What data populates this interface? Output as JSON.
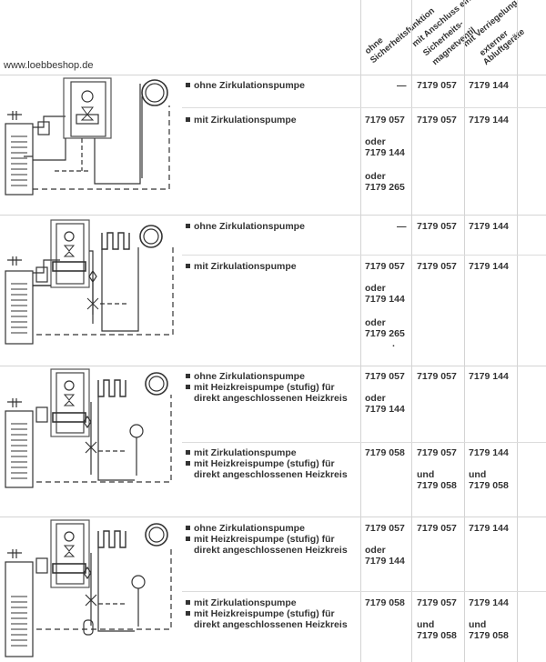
{
  "site": {
    "watermark": "www.loebbeshop.de"
  },
  "header": {
    "col1": [
      "ohne",
      "Sicherheitsfunktion"
    ],
    "col2": [
      "mit Anschluss eines",
      "Sicherheits-",
      "magnetventil"
    ],
    "col3": [
      "mit Verriegelung",
      "externer",
      "Abluftgeräte"
    ]
  },
  "rows": [
    {
      "desc": [
        "ohne Zirkulationspumpe"
      ],
      "c1": [
        "—"
      ],
      "c2": [
        "7179 057"
      ],
      "c3": [
        "7179 144"
      ]
    },
    {
      "desc": [
        "mit Zirkulationspumpe"
      ],
      "c1": [
        "7179 057",
        "oder",
        "7179 144",
        "oder",
        "7179 265"
      ],
      "c2": [
        "7179 057"
      ],
      "c3": [
        "7179 144"
      ]
    },
    {
      "desc": [
        "ohne Zirkulationspumpe"
      ],
      "c1": [
        "—"
      ],
      "c2": [
        "7179 057"
      ],
      "c3": [
        "7179 144"
      ]
    },
    {
      "desc": [
        "mit Zirkulationspumpe"
      ],
      "c1": [
        "7179 057",
        "oder",
        "7179 144",
        "oder",
        "7179 265",
        "."
      ],
      "c2": [
        "7179 057"
      ],
      "c3": [
        "7179 144"
      ]
    },
    {
      "desc": [
        "ohne Zirkulationspumpe",
        "mit Heizkreispumpe (stufig) für",
        "direkt angeschlossenen Heizkreis"
      ],
      "c1": [
        "7179 057",
        "oder",
        "7179 144"
      ],
      "c2": [
        "7179 057"
      ],
      "c3": [
        "7179 144"
      ]
    },
    {
      "desc": [
        "mit Zirkulationspumpe",
        "mit Heizkreispumpe (stufig) für",
        "direkt angeschlossenen Heizkreis"
      ],
      "c1": [
        "7179 058"
      ],
      "c2": [
        "7179 057",
        "und",
        "7179 058"
      ],
      "c3": [
        "7179 144",
        "und",
        "7179 058"
      ]
    },
    {
      "desc": [
        "ohne Zirkulationspumpe",
        "mit Heizkreispumpe (stufig) für",
        "direkt angeschlossenen Heizkreis"
      ],
      "c1": [
        "7179 057",
        "oder",
        "7179 144"
      ],
      "c2": [
        "7179 057"
      ],
      "c3": [
        "7179 144"
      ]
    },
    {
      "desc": [
        "mit Zirkulationspumpe",
        "mit Heizkreispumpe (stufig) für",
        "direkt angeschlossenen Heizkreis"
      ],
      "c1": [
        "7179 058"
      ],
      "c2": [
        "7179 057",
        "und",
        "7179 058"
      ],
      "c3": [
        "7179 144",
        "und",
        "7179 058"
      ]
    }
  ]
}
